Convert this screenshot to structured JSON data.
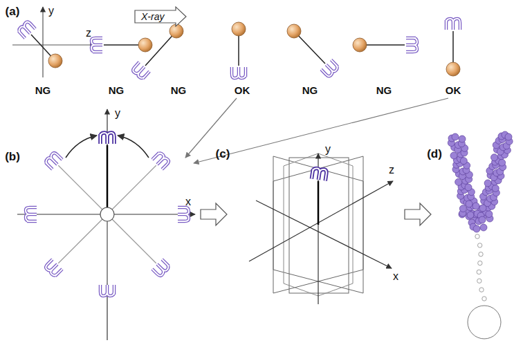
{
  "diagram": {
    "nodes": [
      {
        "text": [
          "X-ray"
        ]
      }
    ],
    "labels": [
      "(a)",
      "y",
      "z",
      "NG",
      "NG",
      "NG",
      "OK",
      "NG",
      "NG",
      "OK",
      "(b)",
      "y",
      "x",
      "(c)",
      "y",
      "z",
      "x",
      "(d)"
    ]
  }
}
